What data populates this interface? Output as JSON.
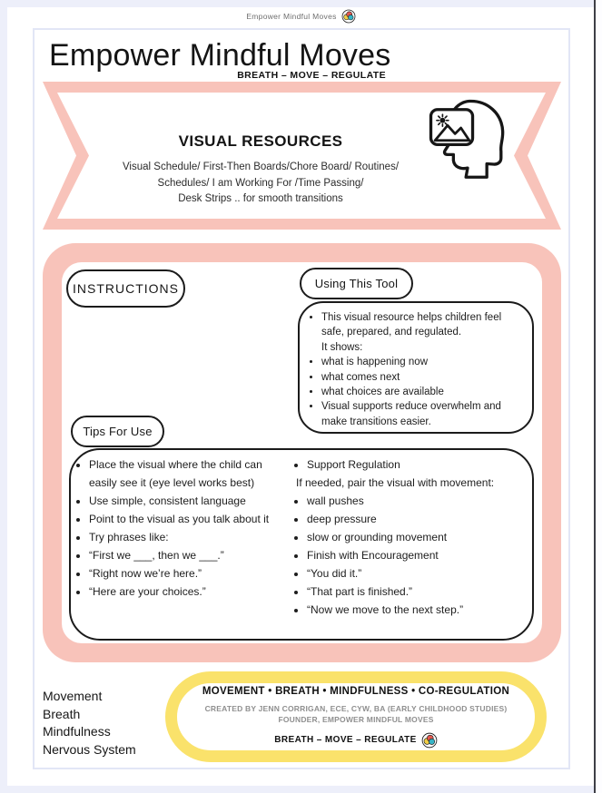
{
  "colors": {
    "pink": "#f8c3ba",
    "yellow": "#fae26b",
    "background": "#edeffa",
    "credit_gray": "#8f8f8f"
  },
  "top_bar": {
    "brand": "Empower Mindful Moves"
  },
  "header": {
    "title": "Empower Mindful Moves",
    "tagline": "BREATH – MOVE – REGULATE"
  },
  "banner": {
    "heading": "VISUAL RESOURCES",
    "line1": "Visual Schedule/ First-Then Boards/Chore Board/ Routines/",
    "line2": "Schedules/ I am Working For /Time Passing/",
    "line3": "Desk Strips .. for smooth transitions",
    "icon": "head-with-image-icon"
  },
  "instructions": {
    "label": "INSTRUCTIONS",
    "using_tool": {
      "label": "Using This Tool",
      "bullets": [
        "This visual resource helps children feel safe, prepared, and regulated.\n It shows:",
        "what is happening now",
        "what comes next",
        "what choices are available",
        "Visual supports reduce overwhelm and make transitions easier."
      ]
    },
    "tips": {
      "label": "Tips For Use",
      "left_bullets": [
        "Place the visual where the child can easily see it (eye level works best)",
        "Use simple, consistent language",
        "Point to the visual as you talk about it",
        "Try phrases like:",
        "“First we ___, then we ___.”",
        "“Right now we’re here.”",
        "“Here are your choices.”"
      ],
      "right_bullet_top": "Support Regulation",
      "right_note": "If needed, pair the visual with movement:",
      "right_bullets": [
        "wall pushes",
        "deep pressure",
        "slow or grounding movement",
        "Finish with Encouragement",
        "“You did it.”",
        "“That part is finished.”",
        "“Now we move to the next step.”"
      ]
    }
  },
  "footer": {
    "pillars": [
      "Movement",
      "Breath",
      "Mindfulness",
      "Nervous System"
    ],
    "badge": {
      "line1": "MOVEMENT • BREATH • MINDFULNESS • CO-REGULATION",
      "credit1": "CREATED BY JENN CORRIGAN, ECE, CYW, BA (EARLY CHILDHOOD STUDIES)",
      "credit2": "FOUNDER, EMPOWER MINDFUL MOVES",
      "motto": "BREATH – MOVE – REGULATE"
    }
  }
}
